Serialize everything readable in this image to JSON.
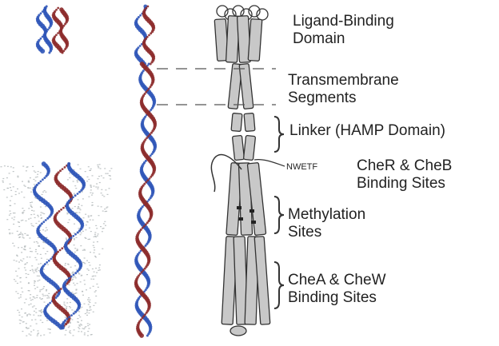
{
  "labels": {
    "ligand_binding_line1": "Ligand-Binding",
    "ligand_binding_line2": "Domain",
    "transmembrane_line1": "Transmembrane",
    "transmembrane_line2": "Segments",
    "linker": "Linker (HAMP Domain)",
    "nwetf": "NWETF",
    "cher_cheb_line1": "CheR & CheB",
    "cher_cheb_line2": "Binding Sites",
    "methylation_line1": "Methylation",
    "methylation_line2": "Sites",
    "chea_chew_line1": "CheA & CheW",
    "chea_chew_line2": "Binding Sites"
  },
  "colors": {
    "helix_blue": "#2f55b8",
    "helix_red": "#8c2a2a",
    "cylinder_fill": "#c8c8c8",
    "outline": "#333333",
    "lipid_grey": "#b0b6b8"
  }
}
